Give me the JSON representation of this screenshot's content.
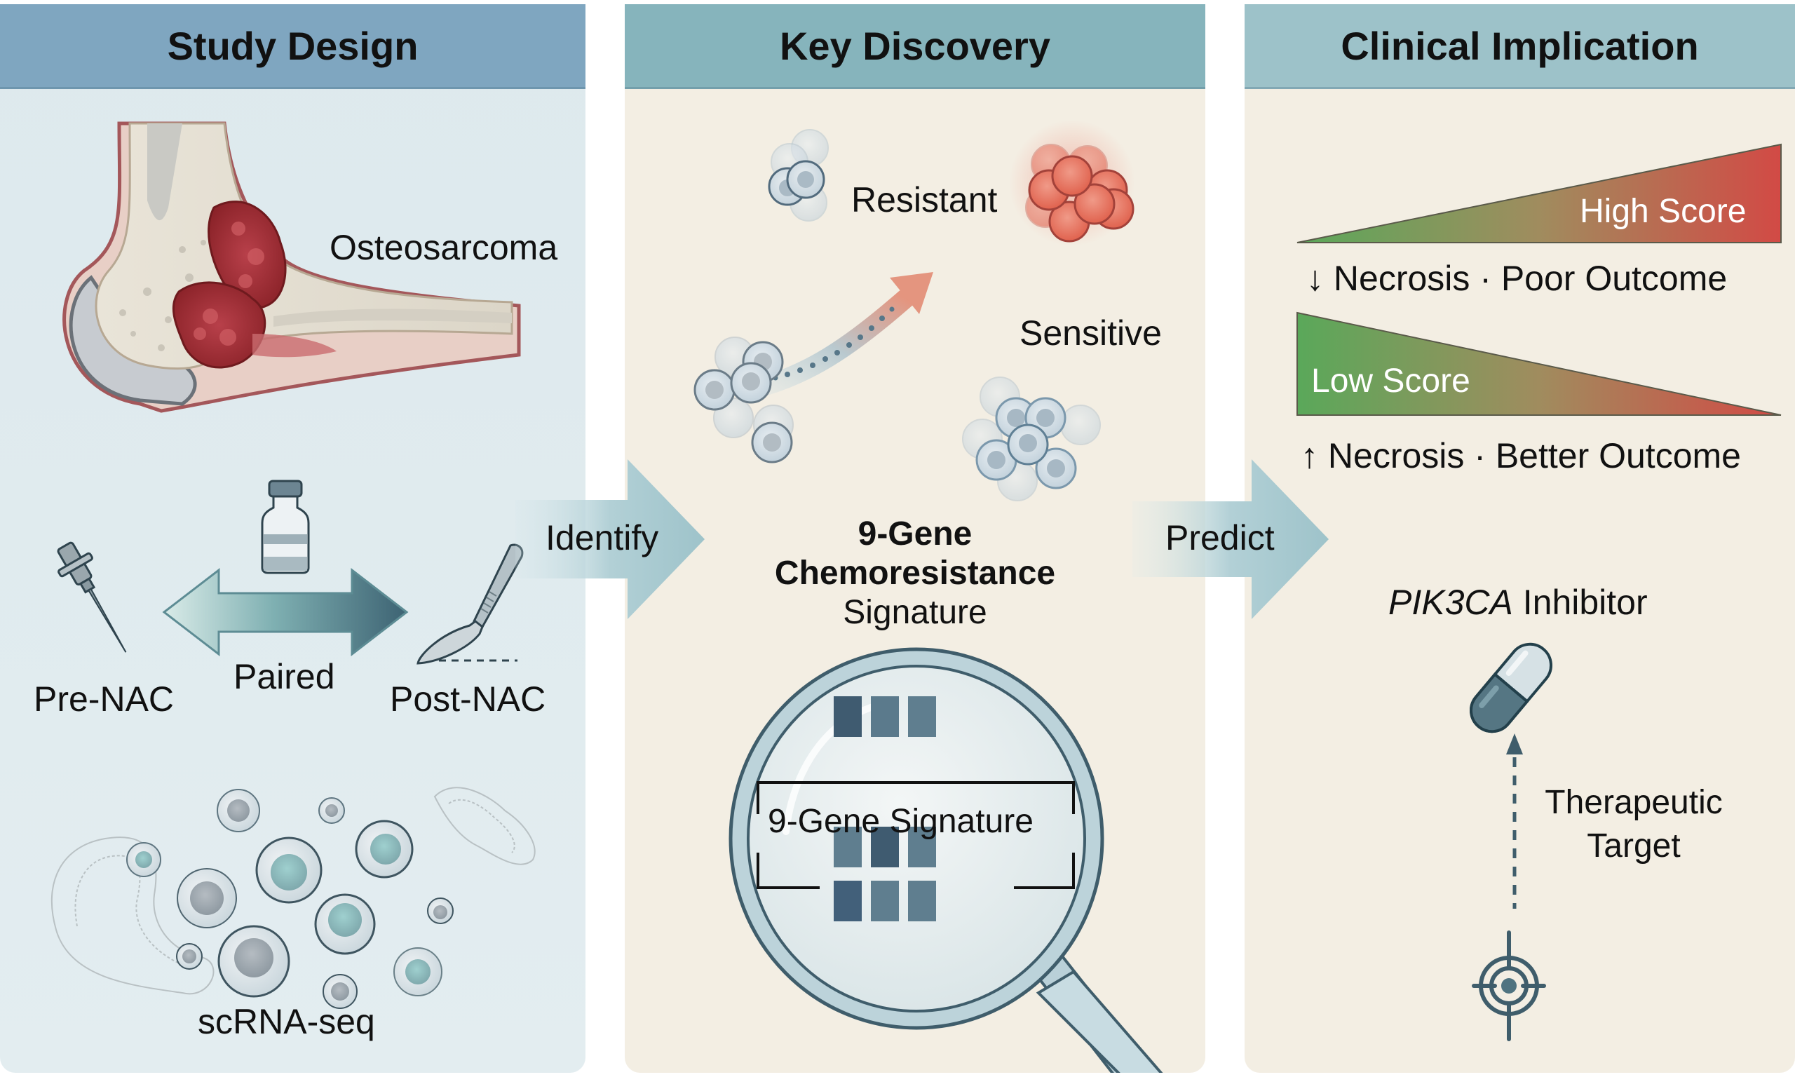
{
  "panels": {
    "study_design": {
      "title": "Study Design",
      "tumor_label": "Osteosarcoma",
      "pre_label": "Pre-NAC",
      "post_label": "Post-NAC",
      "paired_label": "Paired",
      "scrna_label": "scRNA-seq"
    },
    "key_discovery": {
      "title": "Key Discovery",
      "resistant_label": "Resistant",
      "sensitive_label": "Sensitive",
      "signature_line1": "9-Gene",
      "signature_line2": "Chemoresistance",
      "signature_line3": "Signature",
      "lens_label": "9-Gene Signature",
      "gene_grid": [
        [
          "#3f5b70",
          "#5b7a8c",
          "#5f7e8f"
        ],
        [
          "#5f7e8f",
          "#3f5b70",
          "#5f7e8f"
        ],
        [
          "#42607a",
          "#5f7e8f",
          "#5f7e8f"
        ]
      ]
    },
    "clinical_implication": {
      "title": "Clinical Implication",
      "high_score_label": "High Score",
      "high_score_outcome_arrow": "↓",
      "high_score_outcome": "Necrosis · Poor Outcome",
      "low_score_label": "Low Score",
      "low_score_outcome_arrow": "↑",
      "low_score_outcome": "Necrosis · Better Outcome",
      "drug_name": "PIK3CA",
      "drug_suffix": " Inhibitor",
      "target_line1": "Therapeutic",
      "target_line2": "Target"
    }
  },
  "flow": {
    "identify_label": "Identify",
    "predict_label": "Predict"
  },
  "colors": {
    "study_header": "#7fa6c0",
    "discovery_header": "#86b4bc",
    "clinical_header": "#9dc2c9",
    "resistant_red": "#e0624e",
    "sensitive_blue": "#9fb9c8",
    "score_green": "#5aa85a",
    "score_red": "#d24a45",
    "icon_slate": "#3f5d6b"
  }
}
